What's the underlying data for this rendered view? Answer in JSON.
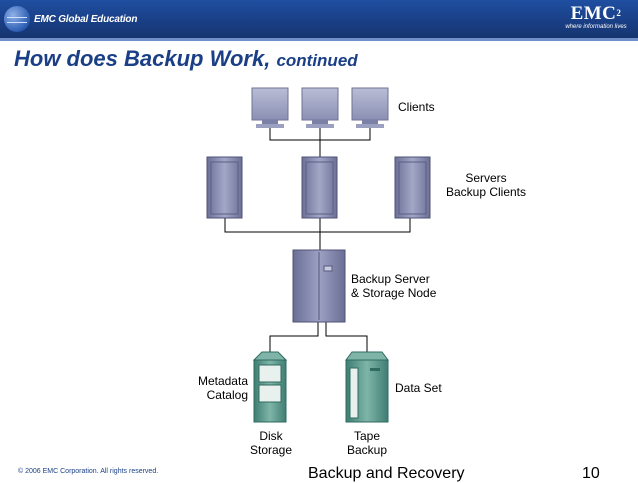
{
  "header": {
    "left_logo_text": "EMC Global Education",
    "brand": "EMC",
    "brand_super": "2",
    "tagline": "where information lives"
  },
  "slide": {
    "title": "How does Backup Work,",
    "title_suffix": "continued"
  },
  "diagram": {
    "clients_label": "Clients",
    "servers_label_line1": "Servers",
    "servers_label_line2": "Backup Clients",
    "backup_server_line1": "Backup Server",
    "backup_server_line2": "& Storage Node",
    "metadata_line1": "Metadata",
    "metadata_line2": "Catalog",
    "data_set_label": "Data Set",
    "disk_line1": "Disk",
    "disk_line2": "Storage",
    "tape_line1": "Tape",
    "tape_line2": "Backup"
  },
  "footer": {
    "copyright": "© 2006 EMC Corporation. All rights reserved.",
    "course": "Backup and Recovery",
    "page": "10"
  },
  "colors": {
    "header_blue": "#1a3f86",
    "title_blue": "#1a3f86",
    "server_purple": "#8a8fb3",
    "storage_teal": "#5f9c90"
  }
}
